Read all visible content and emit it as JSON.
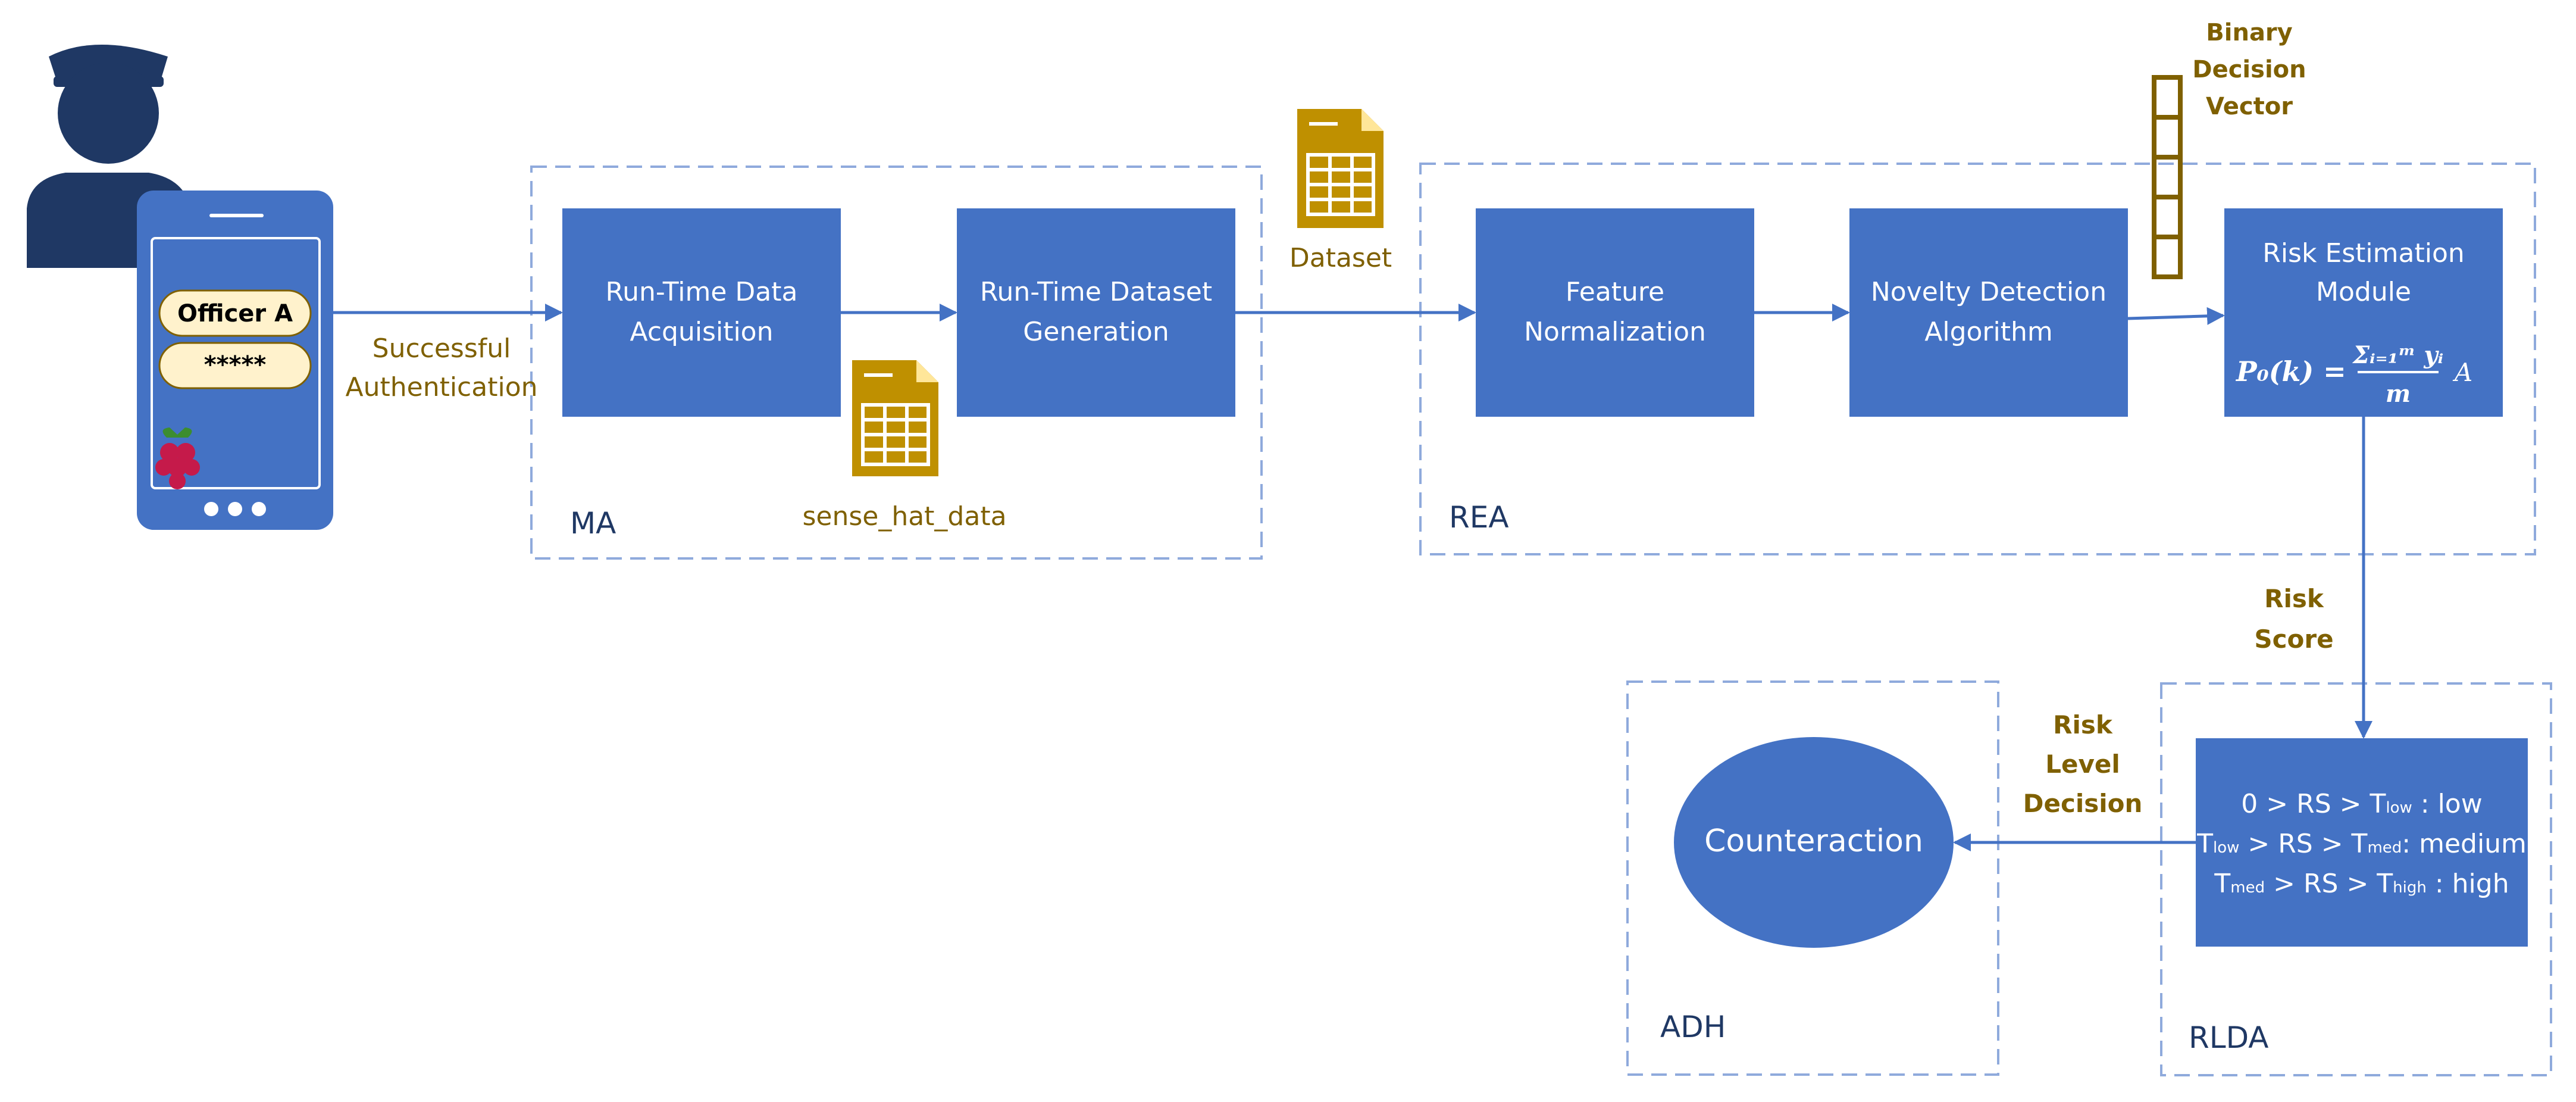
{
  "colors": {
    "box_fill": "#4472c4",
    "arrow": "#4472c4",
    "dashed_border": "#8faadc",
    "gold": "#7f6000",
    "file_icon": "#bf9000",
    "officer": "#1f3864",
    "phone": "#4472c4",
    "pill": "#fff2cc"
  },
  "phone": {
    "username": "Officer A",
    "password": "*****"
  },
  "labels": {
    "auth_line1": "Successful",
    "auth_line2": "Authentication",
    "sense_hat": "sense_hat_data",
    "dataset": "Dataset",
    "bdv_line1": "Binary",
    "bdv_line2": "Decision",
    "bdv_line3": "Vector",
    "risk_score_line1": "Risk",
    "risk_score_line2": "Score",
    "rld_line1": "Risk",
    "rld_line2": "Level",
    "rld_line3": "Decision"
  },
  "regions": {
    "ma": "MA",
    "rea": "REA",
    "adh": "ADH",
    "rlda": "RLDA"
  },
  "boxes": {
    "rtda_line1": "Run-Time Data",
    "rtda_line2": "Acquisition",
    "rtdg_line1": "Run-Time Dataset",
    "rtdg_line2": "Generation",
    "fn_line1": "Feature",
    "fn_line2": "Normalization",
    "nda_line1": "Novelty Detection",
    "nda_line2": "Algorithm",
    "rem_line1": "Risk Estimation",
    "rem_line2": "Module",
    "formula_lhs": "P₀(k) =",
    "formula_num": "Σᵢ₌₁ᵐ yᵢ",
    "formula_den": "m",
    "formula_tail": "A"
  },
  "thresholds": {
    "l1_a": "0 > RS > T",
    "l1_sub": "low",
    "l1_b": " : low",
    "l2_a": "T",
    "l2_sub1": "low",
    "l2_b": " > RS > T",
    "l2_sub2": "med",
    "l2_c": ": medium",
    "l3_a": "T",
    "l3_sub1": "med",
    "l3_b": " > RS > T",
    "l3_sub2": "high",
    "l3_c": " : high"
  },
  "counteraction": "Counteraction"
}
